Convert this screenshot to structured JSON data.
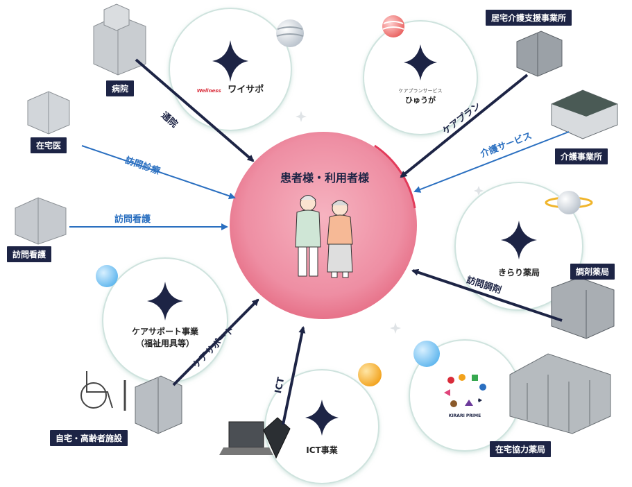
{
  "center": {
    "title": "患者様・利用者様"
  },
  "services": {
    "waisapo": {
      "small": "Wellness",
      "name": "ワイサポ"
    },
    "hyuga": {
      "small": "ケアプランサービス",
      "name": "ひゅうが"
    },
    "kirari": {
      "name": "きらり薬局"
    },
    "caresupport": {
      "line1": "ケアサポート事業",
      "line2": "（福祉用具等）"
    },
    "ict": {
      "name": "ICT事業"
    },
    "prime": {
      "name": "KIRARI PRIME"
    }
  },
  "facilities": {
    "hospital": "病院",
    "home_doctor": "在宅医",
    "visit_nursing": "訪問看護",
    "home_facility": "自宅・高齢者施設",
    "care_support_office": "居宅介護支援事業所",
    "care_office": "介護事業所",
    "dispensing_pharmacy": "調剤薬局",
    "partner_pharmacy": "在宅協力薬局"
  },
  "arrows": {
    "hospital": "通院",
    "home_doctor": "訪問診療",
    "visit_nursing": "訪問看護",
    "care_plan": "ケアプラン",
    "care_service": "介護サービス",
    "visit_dispensing": "訪問調剤",
    "care_support": "ケアサポート",
    "ict": "ICT"
  },
  "colors": {
    "navy": "#1d2445",
    "blue": "#2a6fc0",
    "center_pink": "#ee8aa0"
  }
}
